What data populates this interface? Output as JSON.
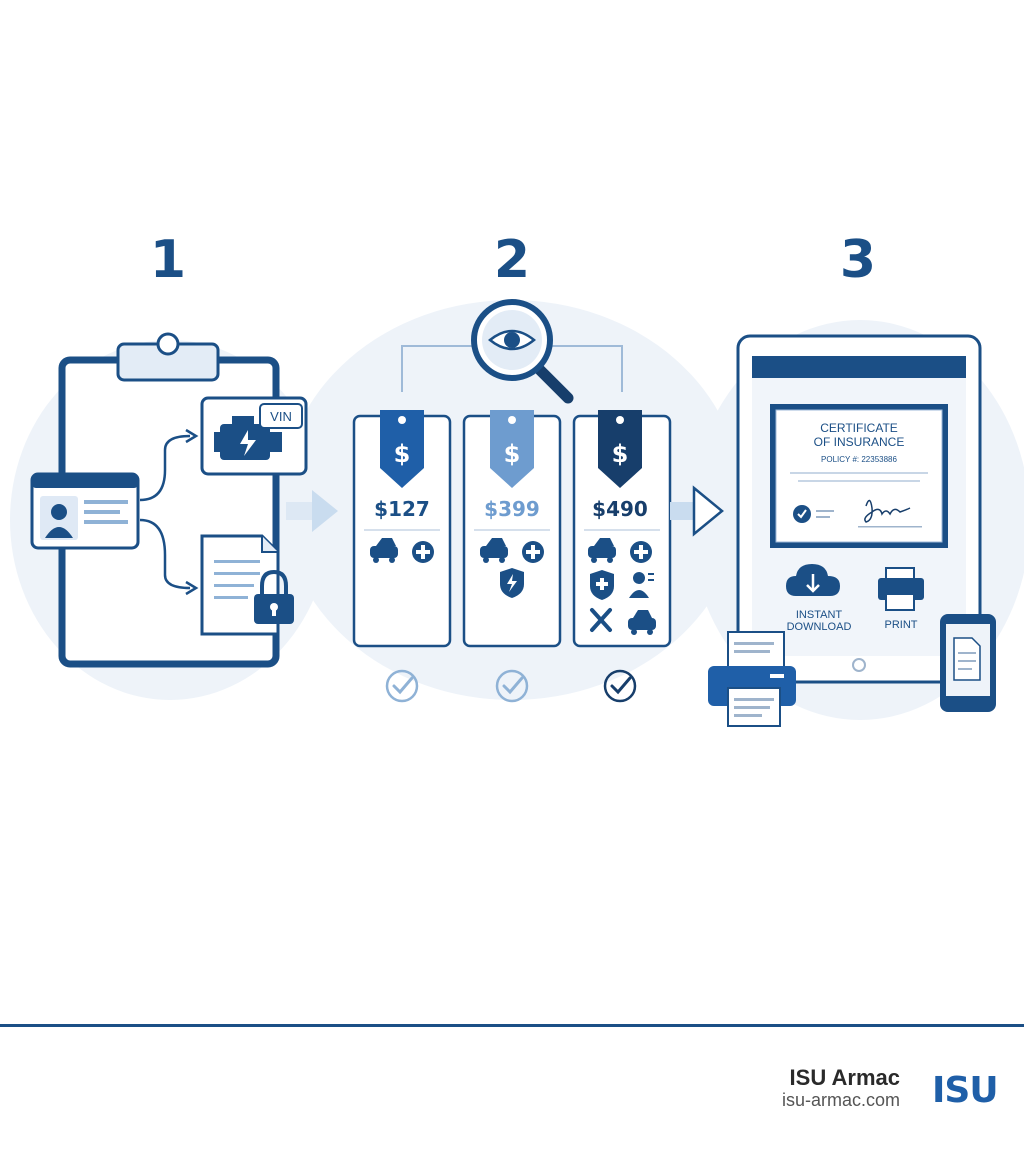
{
  "steps": [
    {
      "number": "1"
    },
    {
      "number": "2"
    },
    {
      "number": "3"
    }
  ],
  "step1": {
    "vin_label": "VIN"
  },
  "step2": {
    "plans": [
      {
        "price": "$127",
        "tag_color": "#1f5fa8",
        "price_color": "#1b4f86",
        "check_color": "#8fb2d6"
      },
      {
        "price": "$399",
        "tag_color": "#6e9ccf",
        "price_color": "#6e9ccf",
        "check_color": "#8fb2d6"
      },
      {
        "price": "$490",
        "tag_color": "#173e6b",
        "price_color": "#173e6b",
        "check_color": "#173e6b"
      }
    ]
  },
  "step3": {
    "certificate_title_line1": "CERTIFICATE",
    "certificate_title_line2": "OF INSURANCE",
    "policy_number": "POLICY #: 22353886",
    "download_label_line1": "INSTANT",
    "download_label_line2": "DOWNLOAD",
    "print_label": "PRINT"
  },
  "footer": {
    "brand_name": "ISU Armac",
    "brand_url": "isu-armac.com",
    "logo_text": "ISU"
  },
  "colors": {
    "primary": "#1b4f86",
    "dark": "#173e6b",
    "light_fill": "#e9f0f8",
    "accent": "#6e9ccf"
  }
}
